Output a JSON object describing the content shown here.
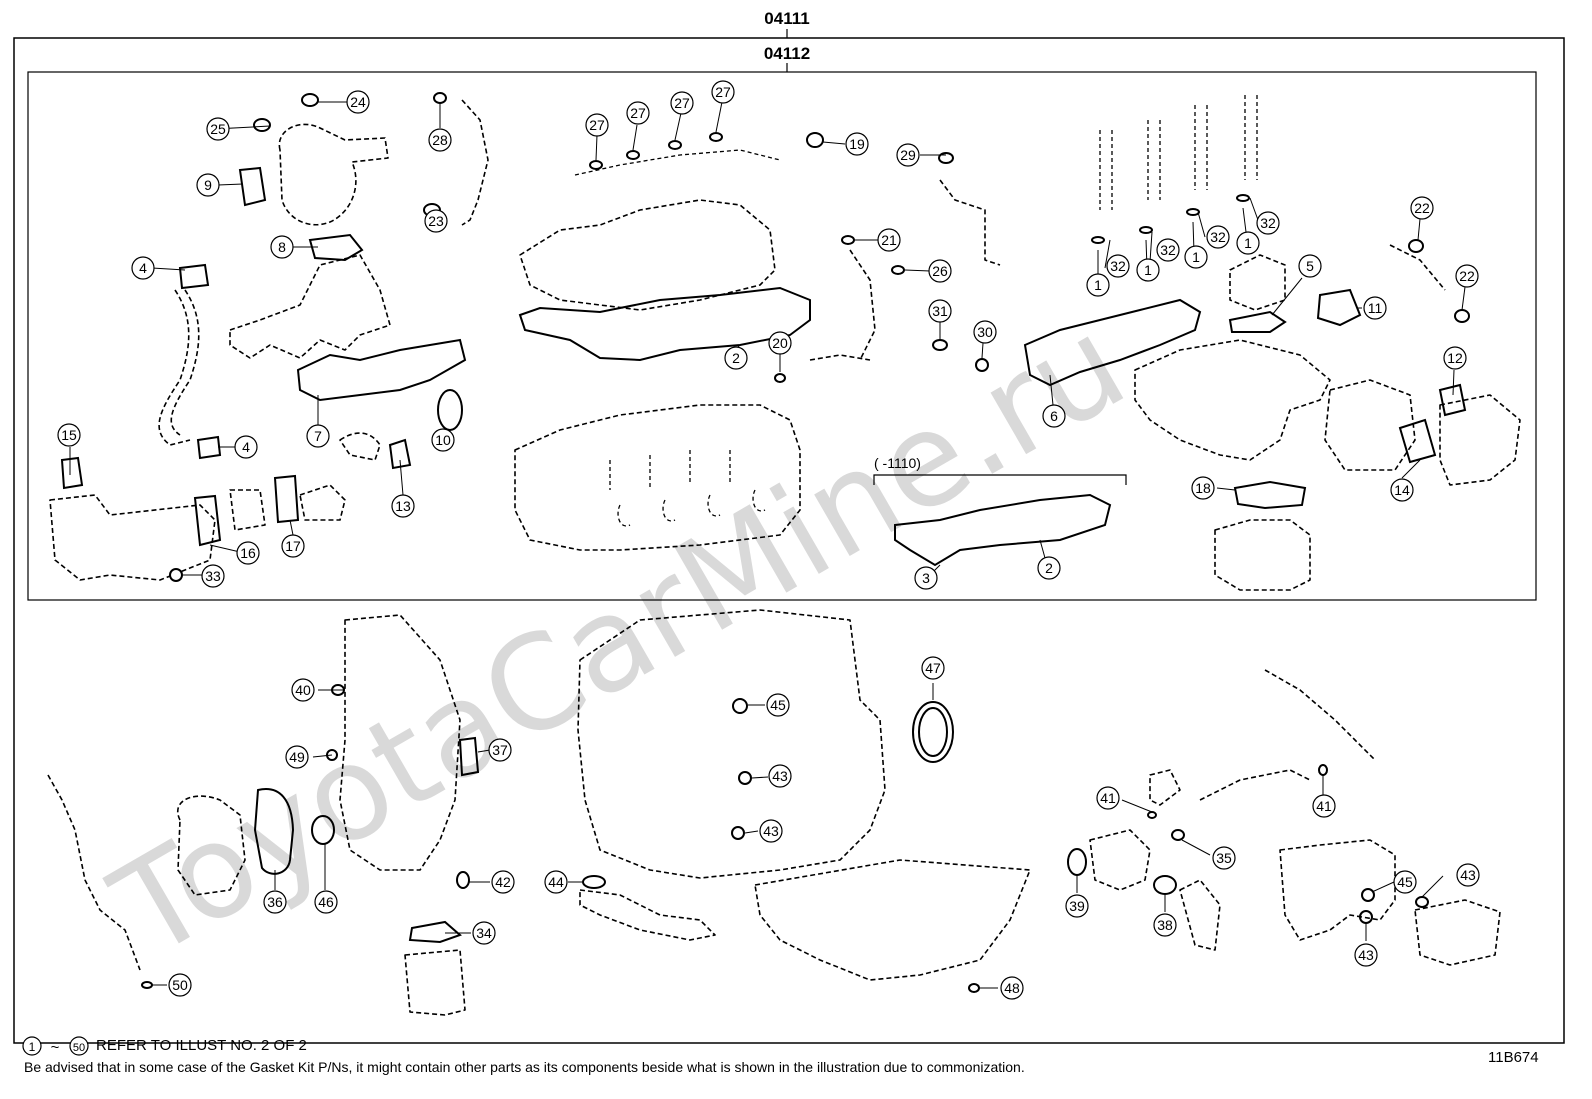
{
  "kit_numbers": {
    "outer": "04111",
    "inner": "04112"
  },
  "bracket_range_label": "( -1110)",
  "callouts": [
    {
      "id": "c24",
      "label": "24"
    },
    {
      "id": "c25",
      "label": "25"
    },
    {
      "id": "c9",
      "label": "9"
    },
    {
      "id": "c28",
      "label": "28"
    },
    {
      "id": "c23",
      "label": "23"
    },
    {
      "id": "c8",
      "label": "8"
    },
    {
      "id": "c4a",
      "label": "4"
    },
    {
      "id": "c4b",
      "label": "4"
    },
    {
      "id": "c7",
      "label": "7"
    },
    {
      "id": "c10",
      "label": "10"
    },
    {
      "id": "c13",
      "label": "13"
    },
    {
      "id": "c15",
      "label": "15"
    },
    {
      "id": "c16",
      "label": "16"
    },
    {
      "id": "c17",
      "label": "17"
    },
    {
      "id": "c33",
      "label": "33"
    },
    {
      "id": "c27a",
      "label": "27"
    },
    {
      "id": "c27b",
      "label": "27"
    },
    {
      "id": "c27c",
      "label": "27"
    },
    {
      "id": "c27d",
      "label": "27"
    },
    {
      "id": "c19",
      "label": "19"
    },
    {
      "id": "c29",
      "label": "29"
    },
    {
      "id": "c21",
      "label": "21"
    },
    {
      "id": "c26",
      "label": "26"
    },
    {
      "id": "c2a",
      "label": "2"
    },
    {
      "id": "c20",
      "label": "20"
    },
    {
      "id": "c31",
      "label": "31"
    },
    {
      "id": "c30",
      "label": "30"
    },
    {
      "id": "c3",
      "label": "3"
    },
    {
      "id": "c2b",
      "label": "2"
    },
    {
      "id": "c32a",
      "label": "32"
    },
    {
      "id": "c32b",
      "label": "32"
    },
    {
      "id": "c32c",
      "label": "32"
    },
    {
      "id": "c32d",
      "label": "32"
    },
    {
      "id": "c1a",
      "label": "1"
    },
    {
      "id": "c1b",
      "label": "1"
    },
    {
      "id": "c1c",
      "label": "1"
    },
    {
      "id": "c1d",
      "label": "1"
    },
    {
      "id": "c22a",
      "label": "22"
    },
    {
      "id": "c22b",
      "label": "22"
    },
    {
      "id": "c5",
      "label": "5"
    },
    {
      "id": "c11",
      "label": "11"
    },
    {
      "id": "c6",
      "label": "6"
    },
    {
      "id": "c12",
      "label": "12"
    },
    {
      "id": "c14",
      "label": "14"
    },
    {
      "id": "c18",
      "label": "18"
    },
    {
      "id": "c40",
      "label": "40"
    },
    {
      "id": "c49",
      "label": "49"
    },
    {
      "id": "c37",
      "label": "37"
    },
    {
      "id": "c36",
      "label": "36"
    },
    {
      "id": "c46",
      "label": "46"
    },
    {
      "id": "c42",
      "label": "42"
    },
    {
      "id": "c34",
      "label": "34"
    },
    {
      "id": "c50",
      "label": "50"
    },
    {
      "id": "c45a",
      "label": "45"
    },
    {
      "id": "c43a",
      "label": "43"
    },
    {
      "id": "c43b",
      "label": "43"
    },
    {
      "id": "c44",
      "label": "44"
    },
    {
      "id": "c47",
      "label": "47"
    },
    {
      "id": "c48",
      "label": "48"
    },
    {
      "id": "c41a",
      "label": "41"
    },
    {
      "id": "c41b",
      "label": "41"
    },
    {
      "id": "c35",
      "label": "35"
    },
    {
      "id": "c39",
      "label": "39"
    },
    {
      "id": "c38",
      "label": "38"
    },
    {
      "id": "c45b",
      "label": "45"
    },
    {
      "id": "c43c",
      "label": "43"
    },
    {
      "id": "c43d",
      "label": "43"
    }
  ],
  "footer": {
    "range_start": "1",
    "range_tilde": "~",
    "range_end": "50",
    "refer_text": "REFER TO ILLUST NO. 2 OF 2",
    "note": "Be advised that in some case of the Gasket Kit P/Ns,  it might contain other parts as its components beside what is shown in the illustration due to commonization.",
    "illustration_code": "11B674"
  },
  "watermark": "ToyotaCarMine.ru"
}
